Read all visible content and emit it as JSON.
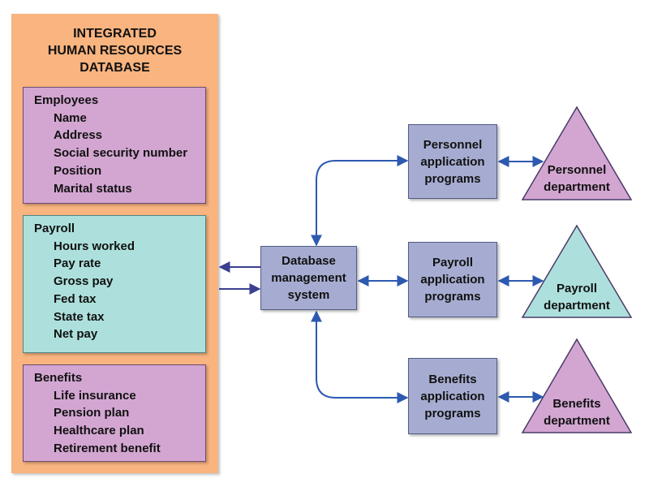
{
  "database": {
    "title_lines": [
      "INTEGRATED",
      "HUMAN RESOURCES",
      "DATABASE"
    ],
    "groups": [
      {
        "title": "Employees",
        "items": [
          "Name",
          "Address",
          "Social security number",
          "Position",
          "Marital status"
        ],
        "color": "#d3a6d2"
      },
      {
        "title": "Payroll",
        "items": [
          "Hours worked",
          "Pay rate",
          "Gross pay",
          "Fed tax",
          "State tax",
          "Net pay"
        ],
        "color": "#ade0dc"
      },
      {
        "title": "Benefits",
        "items": [
          "Life insurance",
          "Pension plan",
          "Healthcare plan",
          "Retirement benefit"
        ],
        "color": "#d3a6d2"
      }
    ]
  },
  "dbms": {
    "lines": [
      "Database",
      "management",
      "system"
    ]
  },
  "programs": [
    {
      "lines": [
        "Personnel",
        "application",
        "programs"
      ]
    },
    {
      "lines": [
        "Payroll",
        "application",
        "programs"
      ]
    },
    {
      "lines": [
        "Benefits",
        "application",
        "programs"
      ]
    }
  ],
  "departments": [
    {
      "lines": [
        "Personnel",
        "department"
      ],
      "color": "#d3a6d2"
    },
    {
      "lines": [
        "Payroll",
        "department"
      ],
      "color": "#ade0dc"
    },
    {
      "lines": [
        "Benefits",
        "department"
      ],
      "color": "#d3a6d2"
    }
  ],
  "colors": {
    "panel": "#f9b47f",
    "box": "#a6acd1",
    "arrow": "#2d59b0"
  }
}
